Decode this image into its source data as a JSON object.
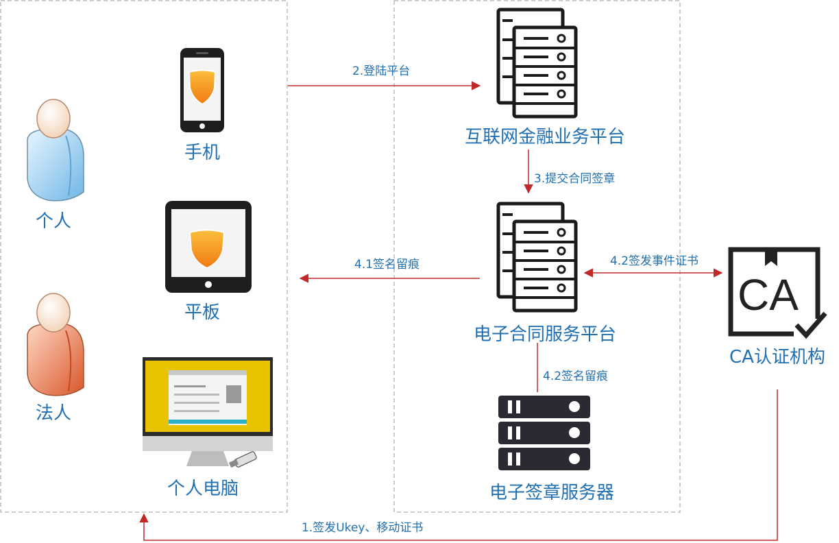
{
  "nodes": {
    "person": "个人",
    "legal_person": "法人",
    "phone": "手机",
    "tablet": "平板",
    "pc": "个人电脑",
    "finance_platform": "互联网金融业务平台",
    "contract_platform": "电子合同服务平台",
    "signature_server": "电子签章服务器",
    "ca": "CA认证机构",
    "ca_logo_text": "CA"
  },
  "edges": {
    "issue_ukey": "1.签发Ukey、移动证书",
    "login": "2.登陆平台",
    "submit_signing": "3.提交合同签章",
    "sign_trace_client": "4.1签名留痕",
    "issue_event_cert": "4.2签发事件证书",
    "sign_trace_server": "4.2签名留痕"
  },
  "colors": {
    "arrow": "#c0282a",
    "label": "#1f6fb2",
    "container_border": "#9a9a9a",
    "server_dark": "#1a1a1a",
    "rack_dark": "#2a2a33",
    "shield": "#f5a623"
  }
}
